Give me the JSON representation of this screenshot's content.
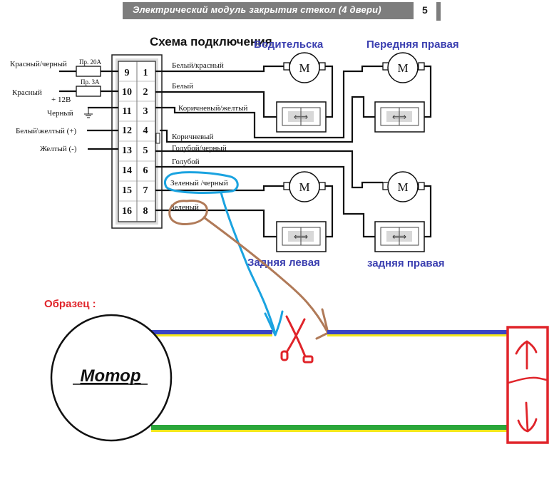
{
  "header": {
    "title": "Электрический модуль закрытия стекол (4 двери)",
    "page_number": "5"
  },
  "diagram": {
    "title": "Схема подключения",
    "left_wires": [
      {
        "label": "Красный/черный",
        "fuse": "Пр. 20А",
        "pin": "9"
      },
      {
        "label": "Красный",
        "sub_label": "+ 12В",
        "fuse": "Пр. 3А",
        "pin": "10"
      },
      {
        "label": "Черный",
        "pin": "11",
        "ground": true
      },
      {
        "label": "Белый\\желтый (+)",
        "pin": "12"
      },
      {
        "label": "Желтый (-)",
        "pin": "13"
      },
      {
        "pin": "14"
      },
      {
        "pin": "15"
      },
      {
        "pin": "16"
      }
    ],
    "right_wires": [
      {
        "pin": "1",
        "label": "Белый/красный"
      },
      {
        "pin": "2",
        "label": "Белый"
      },
      {
        "pin": "3",
        "label": "Коричневый/желтый"
      },
      {
        "pin": "4",
        "label": "Коричневый"
      },
      {
        "pin": "5",
        "label": "Голубой/черный"
      },
      {
        "pin": "6",
        "label": "Голубой"
      },
      {
        "pin": "7",
        "label": "Зеленый /черный"
      },
      {
        "pin": "8",
        "label": "Зеленый"
      }
    ],
    "motor_label": "M",
    "switch_symbol": "⇐⇒",
    "doors": {
      "front_left": "Водительска",
      "front_right": "Передняя правая",
      "rear_left": "Задняя левая",
      "rear_right": "задняя правая"
    }
  },
  "sample": {
    "label": "Образец :",
    "motor_label": "Мотор",
    "up_arrow": "↑",
    "down_arrow": "↓"
  },
  "colors": {
    "header_bg": "#7d7d7d",
    "door_label": "#3b3fb0",
    "sample_label": "#e0242a",
    "annotation_blue": "#1aa3e0",
    "annotation_brown": "#b07a58",
    "wire_blue": "#3a45c4",
    "wire_yellow": "#f4e81c",
    "wire_green": "#2aa63a",
    "scissors_red": "#e0242a"
  }
}
